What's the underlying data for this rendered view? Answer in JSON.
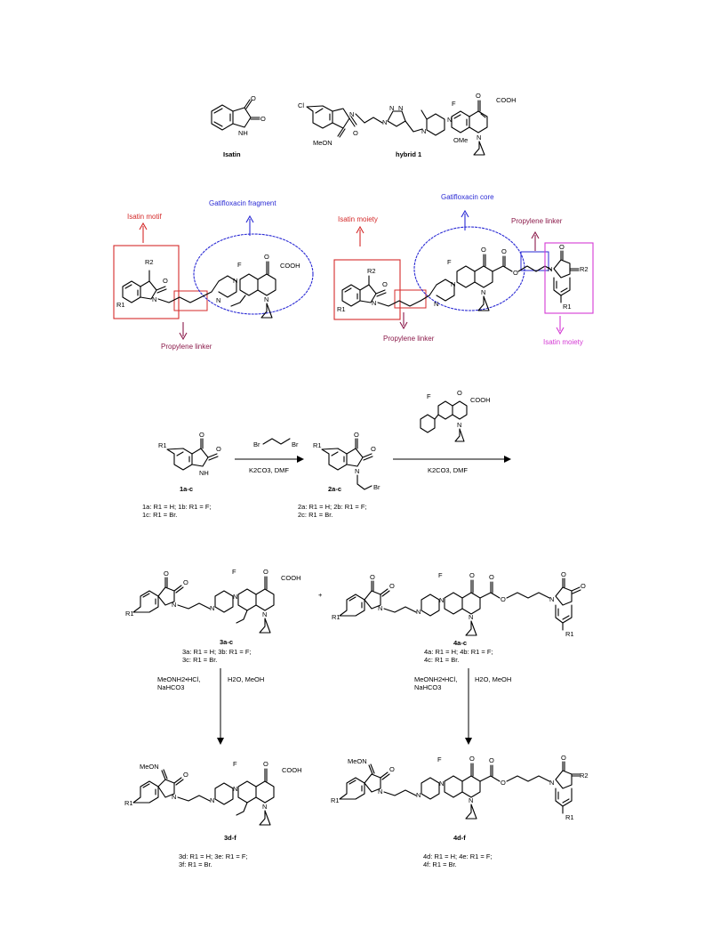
{
  "top": {
    "isatin_label": "Isatin",
    "hybrid_label": "hybrid 1",
    "atoms": {
      "O": "O",
      "NH": "NH",
      "N": "N",
      "Cl": "Cl",
      "F": "F",
      "MeON": "MeON",
      "OMe": "OMe",
      "COOH": "COOH"
    }
  },
  "design": {
    "left": {
      "isatin_motif": "Isatin motif",
      "gatifloxacin_fragment": "Gatifloxacin fragment",
      "propylene_linker": "Propylene linker"
    },
    "right": {
      "isatin_moiety_left": "Isatin moiety",
      "gatifloxacin_core": "Gatifloxacin core",
      "propylene_linker_top": "Propylene linker",
      "propylene_linker_bottom": "Propylene linker",
      "isatin_moiety_right": "Isatin moiety"
    },
    "atoms": {
      "R2": "R2",
      "R1": "R1"
    },
    "colors": {
      "red": "#d42a2a",
      "blue": "#2a2ad4",
      "maroon": "#8b1a4a",
      "magenta": "#d43ad4"
    }
  },
  "scheme": {
    "c1a": {
      "id": "1a-c",
      "l1": "1a: R1 = H; 1b: R1 = F;",
      "l2": "1c: R1 = Br."
    },
    "c2a": {
      "id": "2a-c",
      "l1": "2a: R1 = H; 2b: R1 = F;",
      "l2": "2c: R1 = Br."
    },
    "step1": {
      "reagent_top": "Br",
      "reagent_top2": "Br",
      "conditions": "K2CO3, DMF"
    },
    "step2": {
      "conditions": "K2CO3, DMF"
    },
    "c3a": {
      "id": "3a-c",
      "l1": "3a: R1 = H; 3b: R1 = F;",
      "l2": "3c: R1 = Br."
    },
    "c4a": {
      "id": "4a-c",
      "l1": "4a: R1 = H; 4b: R1 = F;",
      "l2": "4c: R1 = Br."
    },
    "plus": "+",
    "step3": {
      "left": "MeONH2•HCl,",
      "left2": "NaHCO3",
      "right": "H2O, MeOH"
    },
    "step4": {
      "left": "MeONH2•HCl,",
      "left2": "NaHCO3",
      "right": "H2O, MeOH"
    },
    "c3d": {
      "id": "3d-f",
      "l1": "3d: R1 = H; 3e: R1 = F;",
      "l2": "3f: R1 = Br."
    },
    "c4d": {
      "id": "4d-f",
      "l1": "4d: R1 = H; 4e: R1 = F;",
      "l2": "4f: R1 = Br."
    },
    "atoms": {
      "Br": "Br",
      "R1": "R1",
      "R2": "R2",
      "O": "O",
      "N": "N",
      "F": "F",
      "COOH": "COOH",
      "MeON": "MeON"
    }
  }
}
